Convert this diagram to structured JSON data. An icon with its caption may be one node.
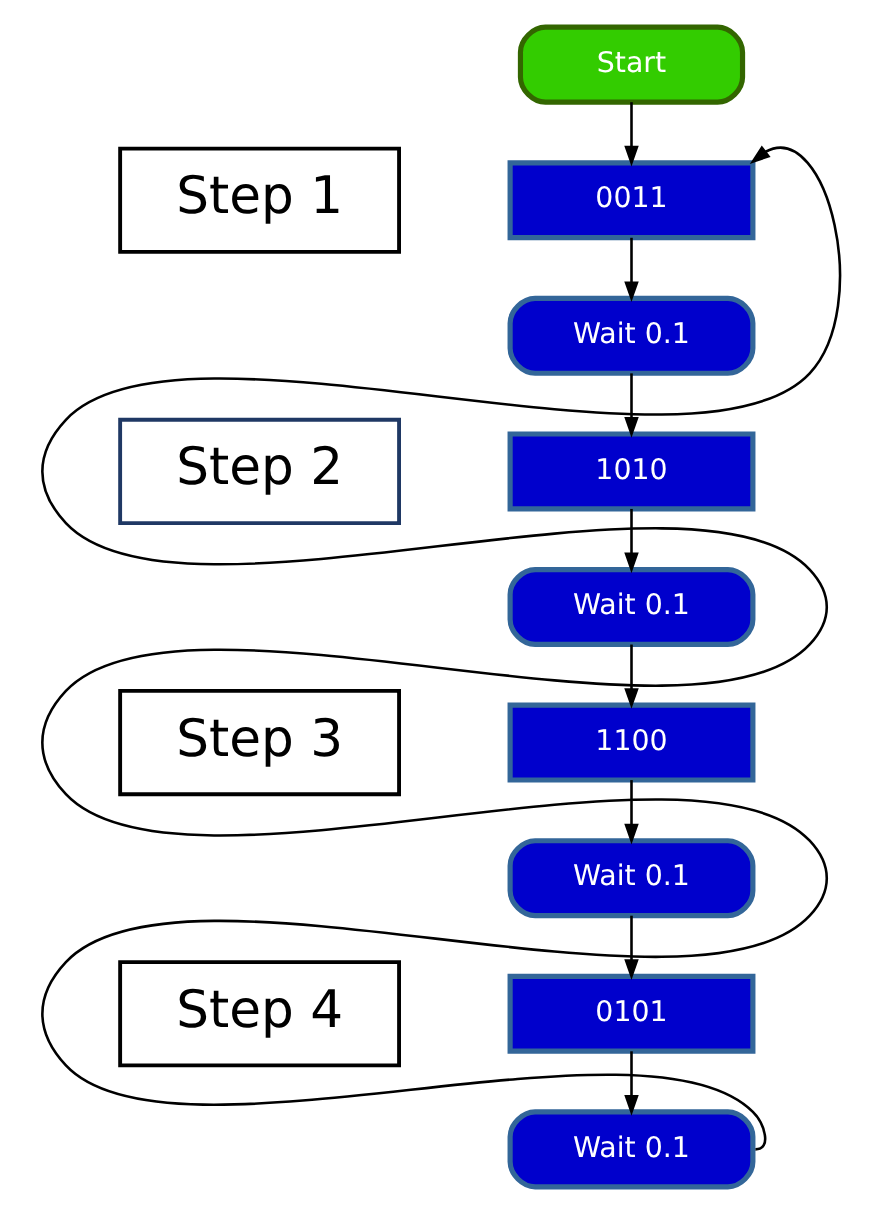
{
  "diagram": {
    "nodes": [
      {
        "text": [
          "Start"
        ]
      },
      {
        "text": [
          "0011"
        ]
      },
      {
        "text": [
          "Wait 0.1"
        ]
      },
      {
        "text": [
          "1010"
        ]
      },
      {
        "text": [
          "Wait 0.1"
        ]
      },
      {
        "text": [
          "1100"
        ]
      },
      {
        "text": [
          "Wait 0.1"
        ]
      },
      {
        "text": [
          "0101"
        ]
      },
      {
        "text": [
          "Wait 0.1"
        ]
      },
      {
        "text": [
          "Step 1"
        ]
      },
      {
        "text": [
          "Step 2"
        ]
      },
      {
        "text": [
          "Step 3"
        ]
      },
      {
        "text": [
          "Step 4"
        ]
      }
    ],
    "edges": [
      {
        "from": 0,
        "to": 1,
        "arrow": "to"
      },
      {
        "from": 1,
        "to": 2,
        "arrow": "to"
      },
      {
        "from": 2,
        "to": 3,
        "arrow": "to"
      },
      {
        "from": 3,
        "to": 4,
        "arrow": "to"
      },
      {
        "from": 4,
        "to": 5,
        "arrow": "to"
      },
      {
        "from": 5,
        "to": 6,
        "arrow": "to"
      },
      {
        "from": 6,
        "to": 7,
        "arrow": "to"
      },
      {
        "from": 7,
        "to": 8,
        "arrow": "to"
      },
      {
        "from": 8,
        "to": 1,
        "arrow": "to"
      }
    ]
  }
}
